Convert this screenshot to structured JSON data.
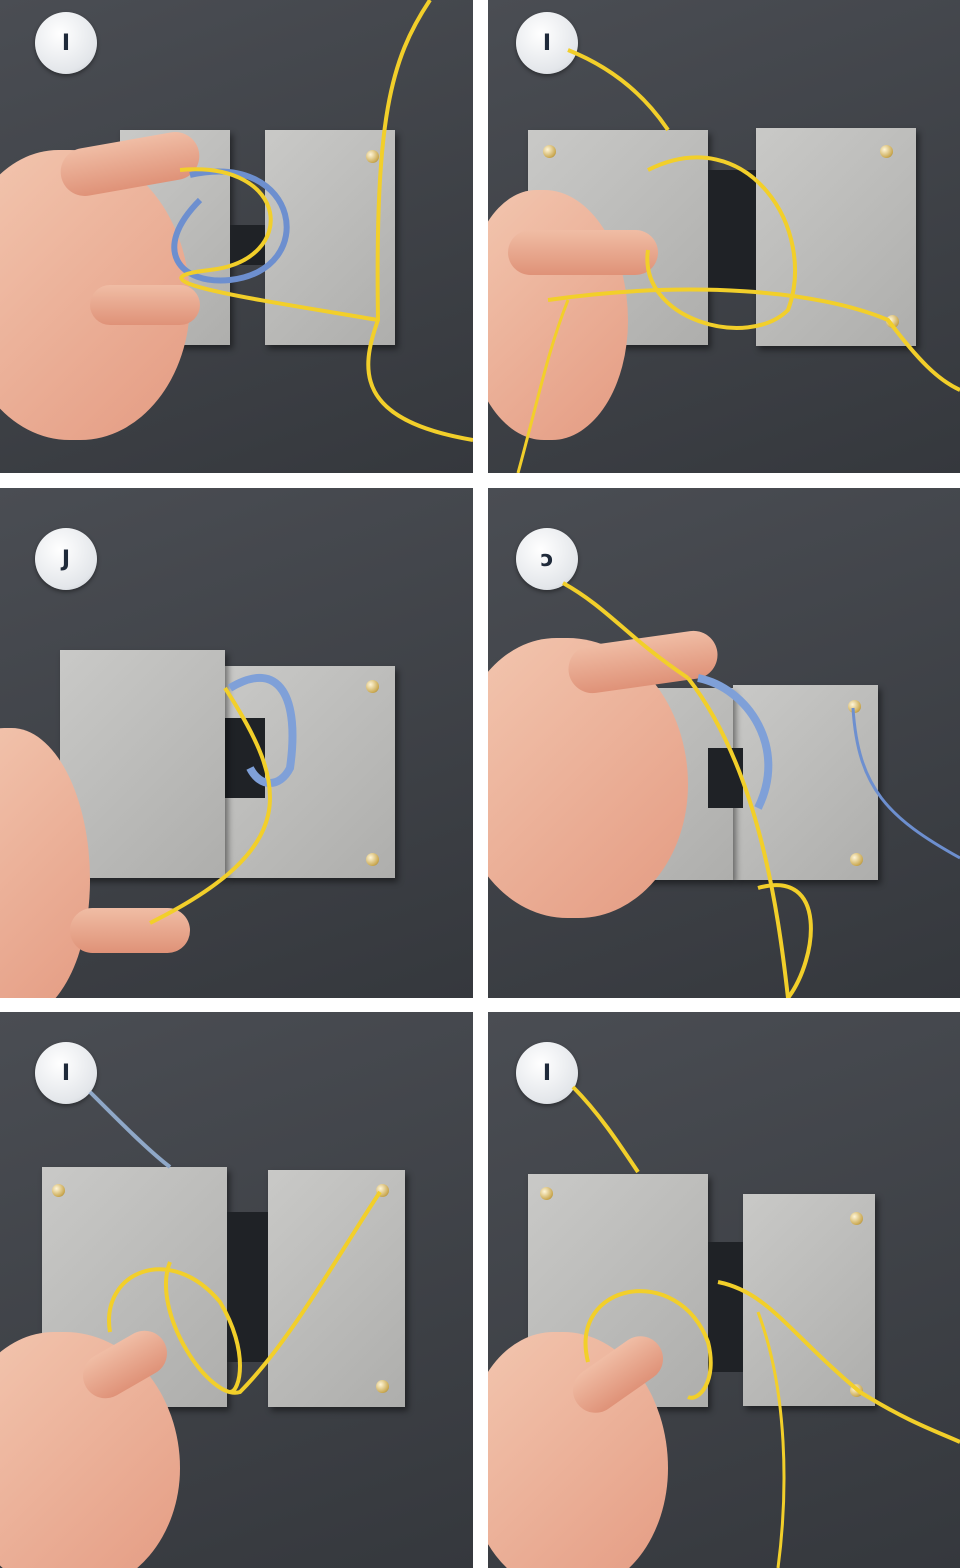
{
  "panels": [
    {
      "badge": "I"
    },
    {
      "badge": "I"
    },
    {
      "badge": "J"
    },
    {
      "badge": "ɔ"
    },
    {
      "badge": "I"
    },
    {
      "badge": "I"
    }
  ],
  "colors": {
    "background": "#3f4247",
    "plate": "#bdbdbb",
    "wire_yellow": "#f2cf2a",
    "wire_blue": "#6d8fcf",
    "skin": "#eab096",
    "gap": "#ffffff"
  }
}
